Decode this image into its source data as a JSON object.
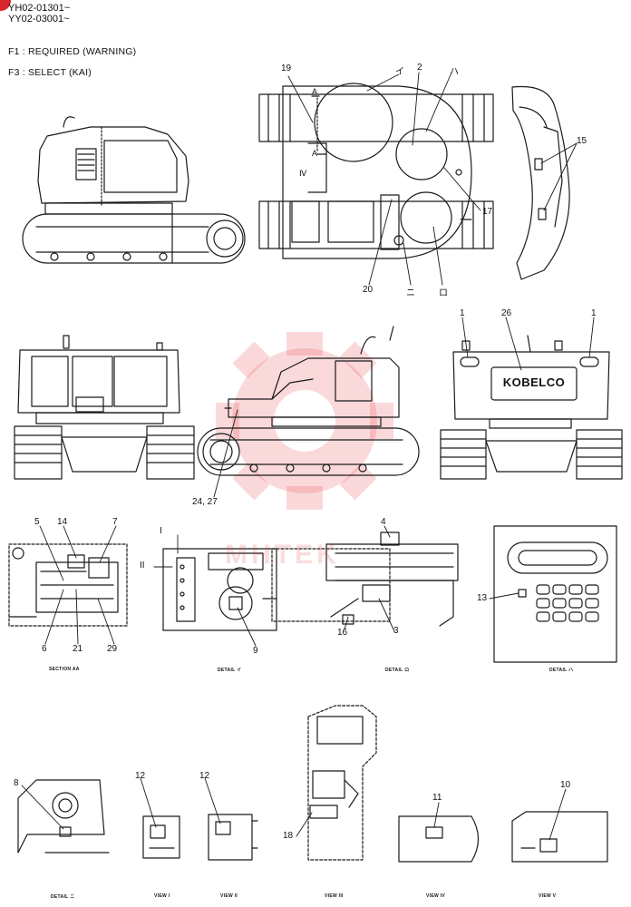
{
  "header": {
    "serial_1": "YH02-01301~",
    "serial_2": "YY02-03001~"
  },
  "legend": {
    "f1": "F1 :  REQUIRED (WARNING)",
    "f3": "F3 :  SELECT (KAI)"
  },
  "watermark": {
    "text": "MHTEK",
    "color": "#e8424a"
  },
  "brand": {
    "name": "KOBELCO"
  },
  "callouts": {
    "c19": "19",
    "cY": "イ",
    "c2": "2",
    "cHa": "ハ",
    "cA1": "A",
    "cA2": "A",
    "c15": "15",
    "cIV": "Ⅳ",
    "c17": "17",
    "c20": "20",
    "cNi": "ニ",
    "cRo": "ロ",
    "c1a": "1",
    "c26": "26",
    "c1b": "1",
    "c2427": "24, 27",
    "c5": "5",
    "c14": "14",
    "c7": "7",
    "c6": "6",
    "c21": "21",
    "c29": "29",
    "cI": "I",
    "cII": "II",
    "c9": "9",
    "c4": "4",
    "c16": "16",
    "c3": "3",
    "c13": "13",
    "c8": "8",
    "c12a": "12",
    "c12b": "12",
    "c18": "18",
    "c11": "11",
    "c10": "10"
  },
  "captions": {
    "section_aa": "SECTION AA",
    "detail_yi": "DETAIL イ",
    "detail_ro": "DETAIL ロ",
    "detail_ha": "DETAIL ハ",
    "detail_ni": "DETAIL ニ",
    "view_i": "VIEW I",
    "view_ii": "VIEW II",
    "view_iii": "VIEW III",
    "view_iv": "VIEW IV",
    "view_v": "VIEW V"
  }
}
